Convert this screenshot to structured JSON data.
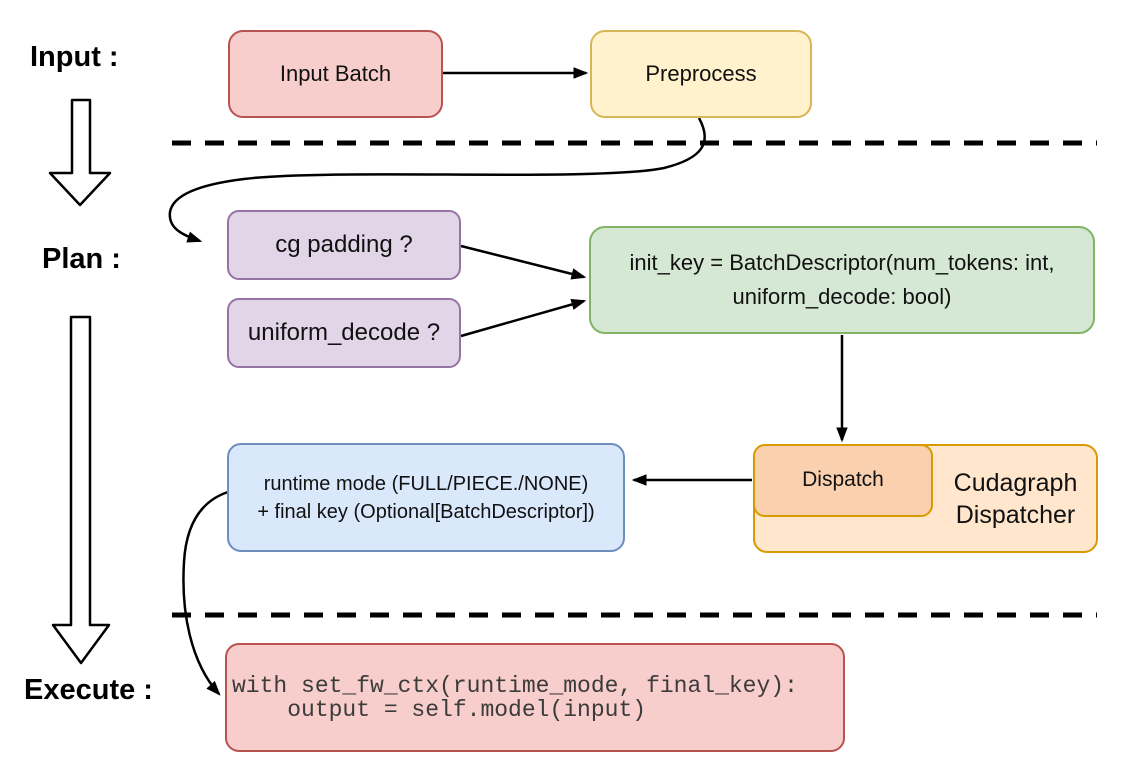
{
  "title": "cudagraph dispatch flow diagram",
  "stage_labels": {
    "input": "Input :",
    "plan": "Plan :",
    "execute": "Execute :"
  },
  "nodes": {
    "input_batch": {
      "label": "Input Batch",
      "fill": "#f8cecc",
      "border": "#b85450"
    },
    "preprocess": {
      "label": "Preprocess",
      "fill": "#fff2cc",
      "border": "#d6b656"
    },
    "cg_padding": {
      "label": "cg padding ?",
      "fill": "#e1d5e7",
      "border": "#9673a6"
    },
    "uniform_decode": {
      "label": "uniform_decode ?",
      "fill": "#e1d5e7",
      "border": "#9673a6"
    },
    "init_key": {
      "line1": "init_key = BatchDescriptor(num_tokens: int,",
      "line2": "uniform_decode: bool)",
      "fill": "#d5e8d4",
      "border": "#82b366"
    },
    "runtime_mode": {
      "line1": "runtime mode (FULL/PIECE./NONE)",
      "line2": "+ final key (Optional[BatchDescriptor])",
      "fill": "#dae8fc",
      "border": "#6c8ebf"
    },
    "dispatch": {
      "label": "Dispatch",
      "fill": "#fbd0ae",
      "border": "#d79b00"
    },
    "cudagraph_dispatcher": {
      "line1": "Cudagraph",
      "line2": "Dispatcher",
      "fill": "#ffe6cc",
      "border": "#d79b00"
    },
    "execute_code": {
      "line1": "with set_fw_ctx(runtime_mode, final_key):",
      "line2": "    output = self.model(input)",
      "fill": "#f8cecc",
      "border": "#b85450"
    }
  },
  "connector_color": "#000000"
}
